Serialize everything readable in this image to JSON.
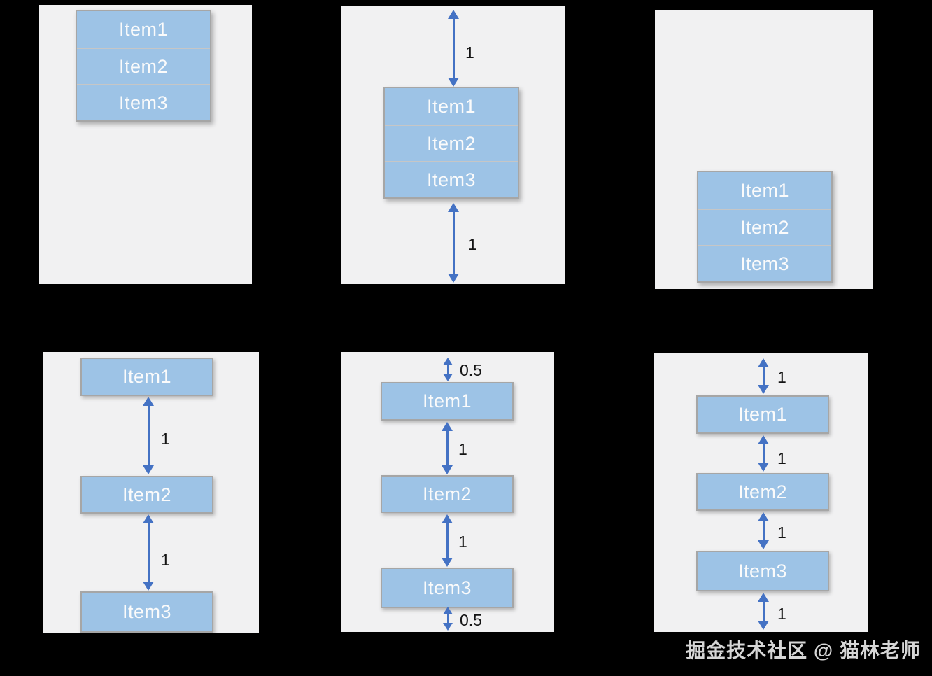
{
  "colors": {
    "page_background": "#000000",
    "panel_background": "#f1f1f2",
    "item_fill": "#9dc3e6",
    "item_border": "#a6a6a6",
    "arrow_blue": "#4472c4",
    "item_text": "#fbfbfb",
    "ratio_text": "#141414"
  },
  "panels": [
    {
      "items": [
        "Item1",
        "Item2",
        "Item3"
      ],
      "arrow_labels": []
    },
    {
      "items": [
        "Item1",
        "Item2",
        "Item3"
      ],
      "arrow_labels": [
        "1",
        "1"
      ]
    },
    {
      "items": [
        "Item1",
        "Item2",
        "Item3"
      ],
      "arrow_labels": []
    },
    {
      "items": [
        "Item1",
        "Item2",
        "Item3"
      ],
      "arrow_labels": [
        "1",
        "1"
      ]
    },
    {
      "items": [
        "Item1",
        "Item2",
        "Item3"
      ],
      "arrow_labels": [
        "0.5",
        "1",
        "1",
        "0.5"
      ]
    },
    {
      "items": [
        "Item1",
        "Item2",
        "Item3"
      ],
      "arrow_labels": [
        "1",
        "1",
        "1",
        "1"
      ]
    }
  ],
  "watermark": {
    "text": "掘金技术社区 @ 猫林老师"
  }
}
